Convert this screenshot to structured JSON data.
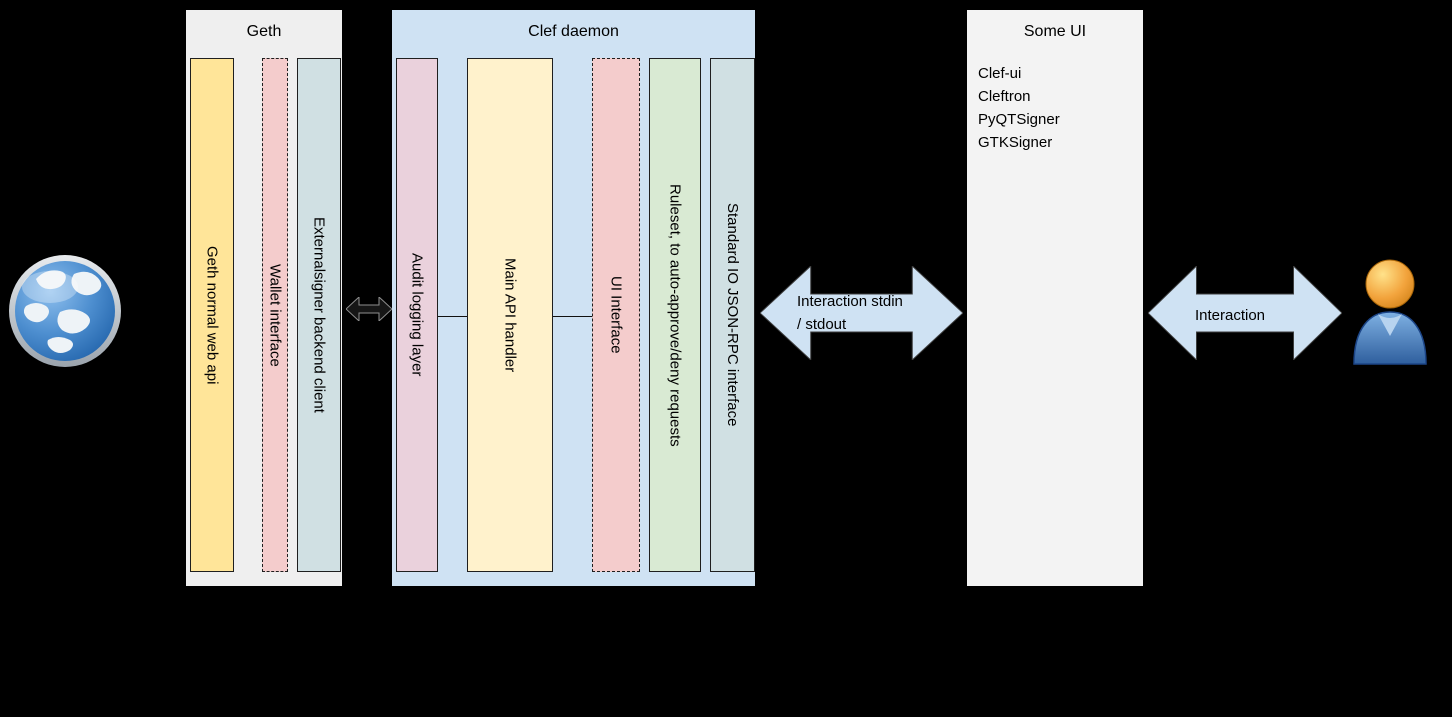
{
  "geth": {
    "title": "Geth",
    "bars": [
      {
        "label": "Geth normal web api"
      },
      {
        "label": "Wallet interface"
      },
      {
        "label": "Externalsigner backend client"
      }
    ]
  },
  "clef": {
    "title": "Clef daemon",
    "bars": [
      {
        "label": "Audit logging layer"
      },
      {
        "label": "Main API handler"
      },
      {
        "label": "UI Interface"
      },
      {
        "label": "Ruleset, to auto-approve/deny requests"
      },
      {
        "label": "Standard IO JSON-RPC interface"
      }
    ]
  },
  "some_ui": {
    "title": "Some UI",
    "implementations": [
      "Clef-ui",
      "Cleftron",
      "PyQTSigner",
      "GTKSigner"
    ]
  },
  "connections": {
    "clef_to_ui": {
      "line1": "Interaction stdin",
      "line2": "/ stdout"
    },
    "ui_to_user": {
      "label": "Interaction"
    }
  },
  "icons": {
    "left": "globe-world-wide-web",
    "right": "human-user",
    "geth_clef": "double-headed-arrow",
    "clef_ui": "double-headed-arrow",
    "ui_user": "double-headed-arrow"
  },
  "palette": {
    "canvas_bg": "#000000",
    "geth_container": "#efefef",
    "clef_container": "#cfe2f3",
    "some_ui_container": "#f3f3f3",
    "yellow_bar": "#ffe599",
    "cream_bar": "#fff2cc",
    "pink_bar": "#f4cccc",
    "magenta_bar": "#ead1dc",
    "green_bar": "#d9ead3",
    "cyan_bar": "#d0e0e3",
    "arrow_fill": "#cfe2f3"
  }
}
